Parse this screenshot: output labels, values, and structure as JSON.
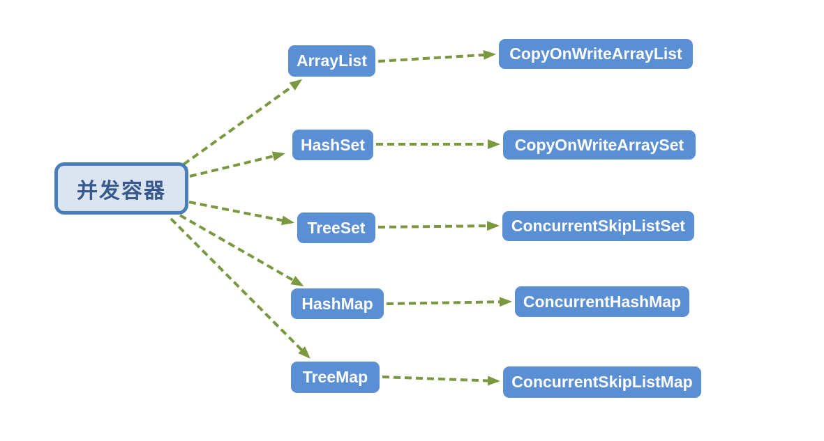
{
  "diagram": {
    "root": {
      "label": "并发容器"
    },
    "rows": [
      {
        "source": "ArrayList",
        "target": "CopyOnWriteArrayList"
      },
      {
        "source": "HashSet",
        "target": "CopyOnWriteArraySet"
      },
      {
        "source": "TreeSet",
        "target": "ConcurrentSkipListSet"
      },
      {
        "source": "HashMap",
        "target": "ConcurrentHashMap"
      },
      {
        "source": "TreeMap",
        "target": "ConcurrentSkipListMap"
      }
    ],
    "colors": {
      "node_fill": "#5b8fd3",
      "node_text": "#ffffff",
      "root_fill": "#dbe5f2",
      "root_border": "#4a7ebb",
      "root_text": "#38598c",
      "connector": "#7a983f",
      "background": "#ffffff"
    },
    "connector_style": "dashed-arrow"
  }
}
